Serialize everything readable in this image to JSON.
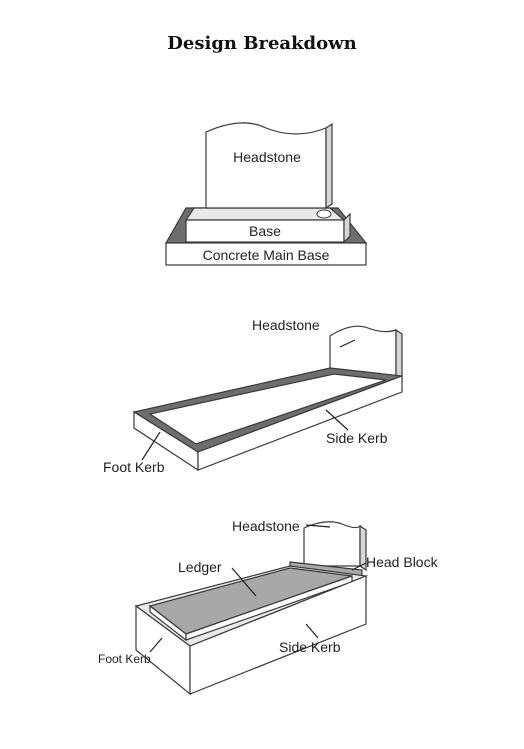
{
  "title": "Design Breakdown",
  "diagram1": {
    "headstone": "Headstone",
    "base": "Base",
    "main_base": "Concrete Main Base"
  },
  "diagram2": {
    "headstone": "Headstone",
    "side_kerb": "Side Kerb",
    "foot_kerb": "Foot Kerb"
  },
  "diagram3": {
    "headstone": "Headstone",
    "ledger": "Ledger",
    "head_block": "Head Block",
    "side_kerb": "Side Kerb",
    "foot_kerb": "Foot Kerb"
  }
}
